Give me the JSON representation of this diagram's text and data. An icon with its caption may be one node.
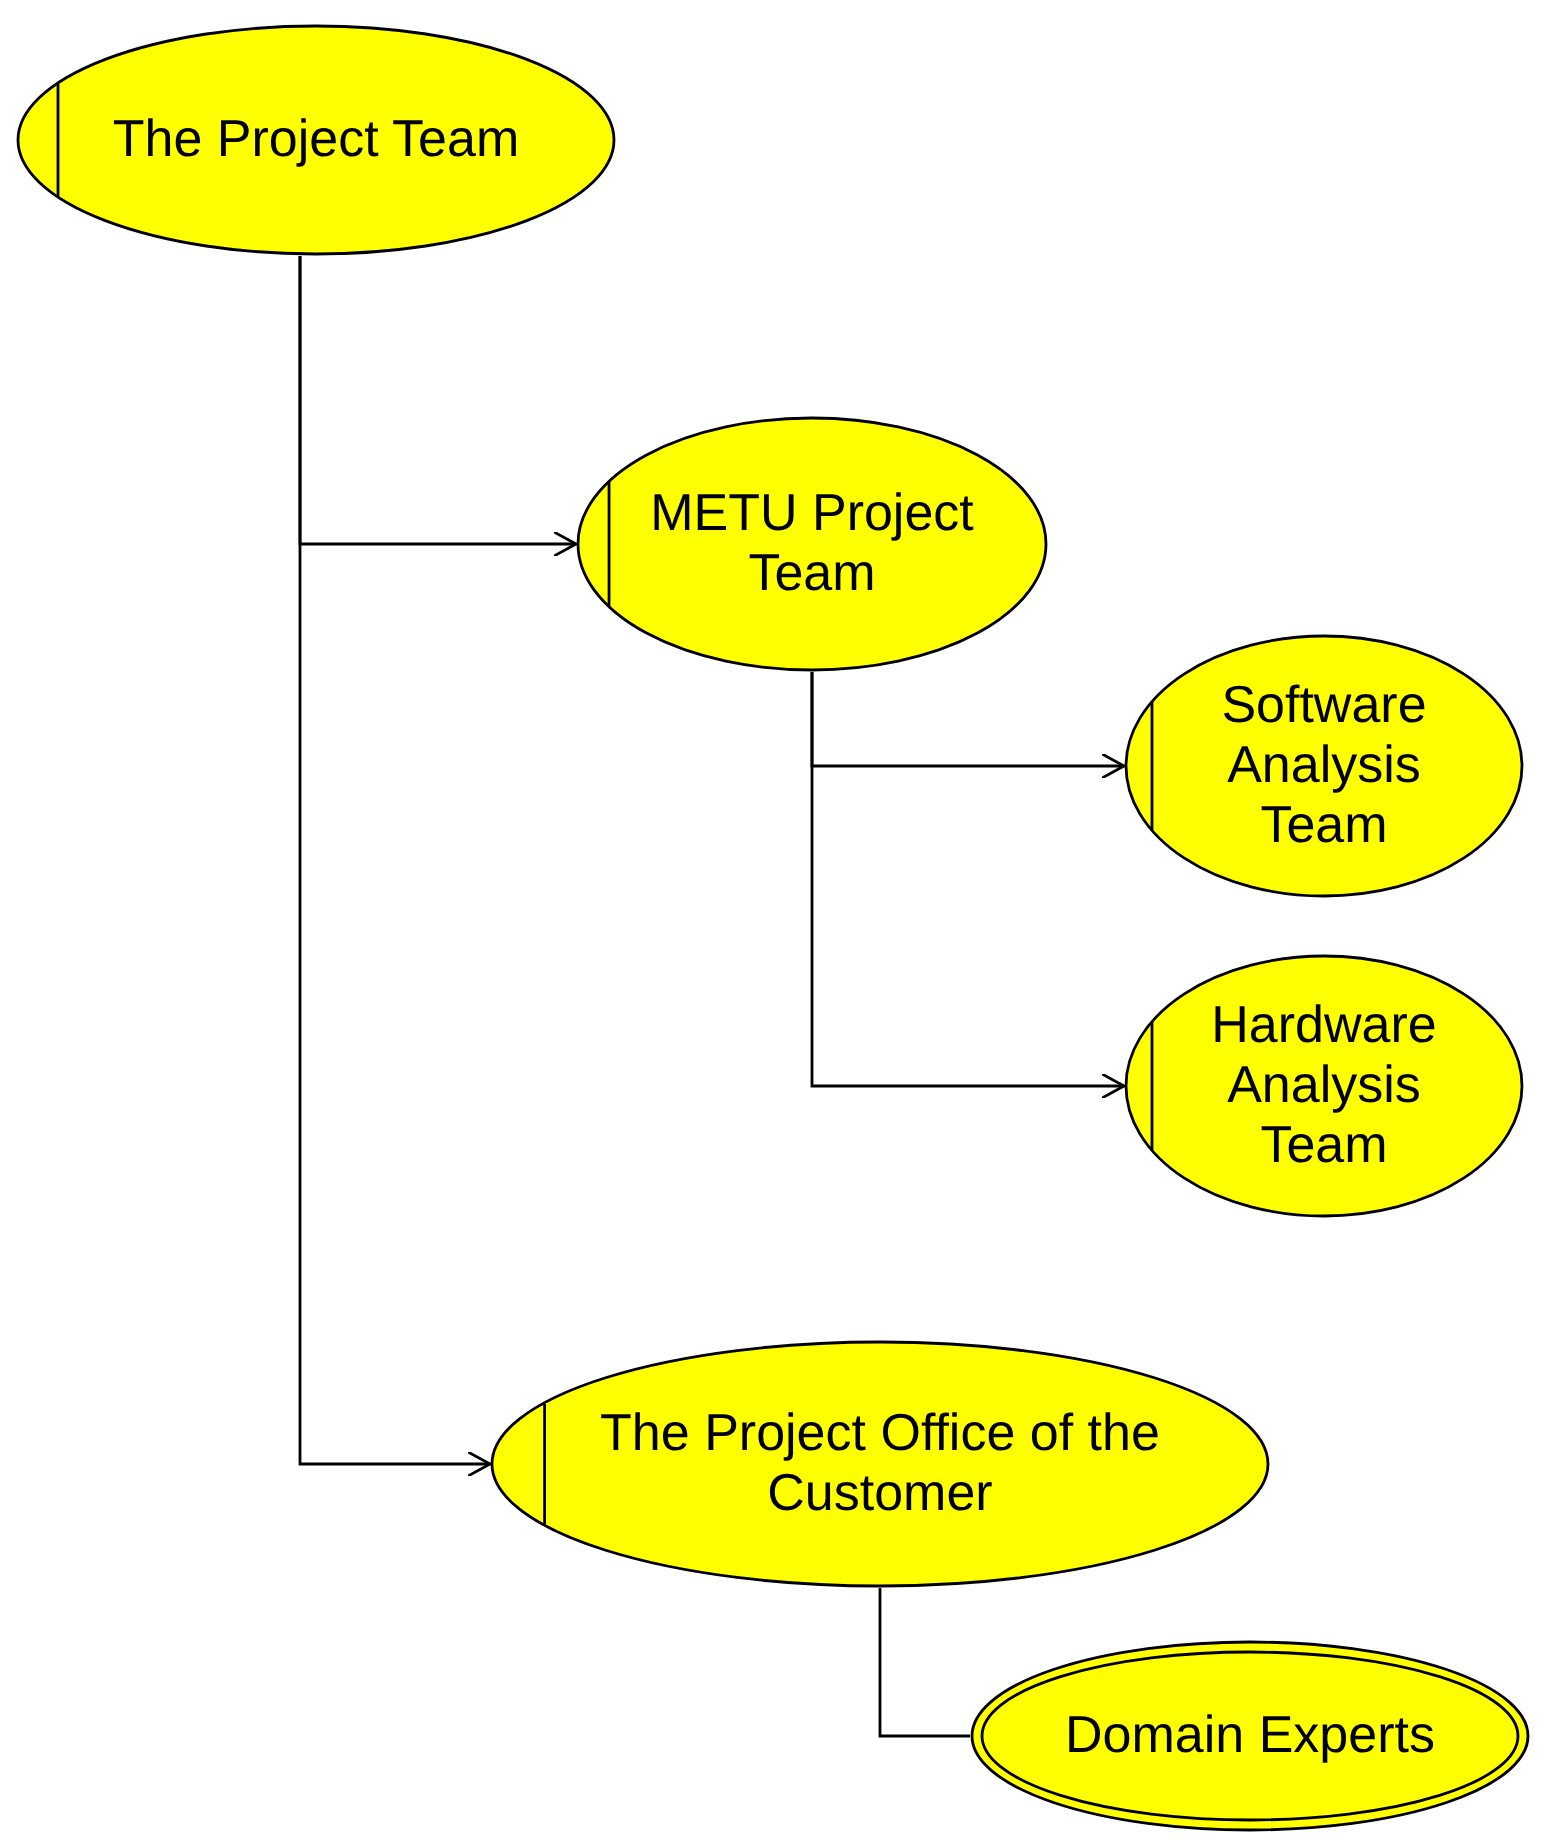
{
  "diagram": {
    "nodes": [
      {
        "text": [
          "The Project Team"
        ]
      },
      {
        "text": [
          "METU Project Team"
        ]
      },
      {
        "text": [
          "Software Analysis Team"
        ]
      },
      {
        "text": [
          "Hardware Analysis Team"
        ]
      },
      {
        "text": [
          "The Project Office of the Customer"
        ]
      },
      {
        "text": [
          "Domain Experts"
        ]
      }
    ],
    "edges": [
      {
        "from": 0,
        "to": 1,
        "arrow": "to"
      },
      {
        "from": 1,
        "to": 2,
        "arrow": "to"
      },
      {
        "from": 1,
        "to": 3,
        "arrow": "to"
      },
      {
        "from": 0,
        "to": 4,
        "arrow": "to"
      },
      {
        "from": 4,
        "to": 5,
        "arrow": "none"
      }
    ]
  }
}
